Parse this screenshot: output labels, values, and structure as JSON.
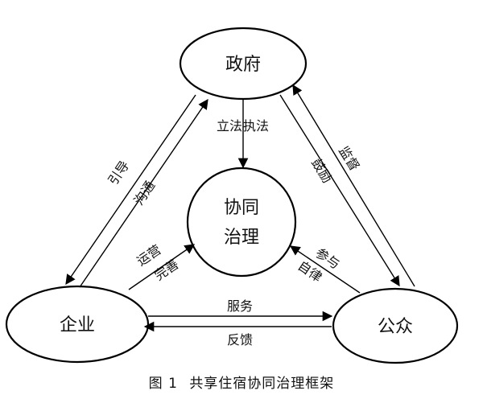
{
  "nodes": {
    "gov": "政府",
    "center_line1": "协同",
    "center_line2": "治理",
    "ent": "企业",
    "pub": "公众"
  },
  "edges": {
    "legislate": "立法",
    "enforce": "执法",
    "guide": "引导",
    "communicate": "沟通",
    "supervise": "监督",
    "encourage": "鼓励",
    "operate": "运营",
    "improve": "完善",
    "participate": "参与",
    "self_discipline": "自律",
    "service": "服务",
    "feedback": "反馈"
  },
  "caption": {
    "figure_no": "图 1",
    "title": "共享住宿协同治理框架"
  }
}
